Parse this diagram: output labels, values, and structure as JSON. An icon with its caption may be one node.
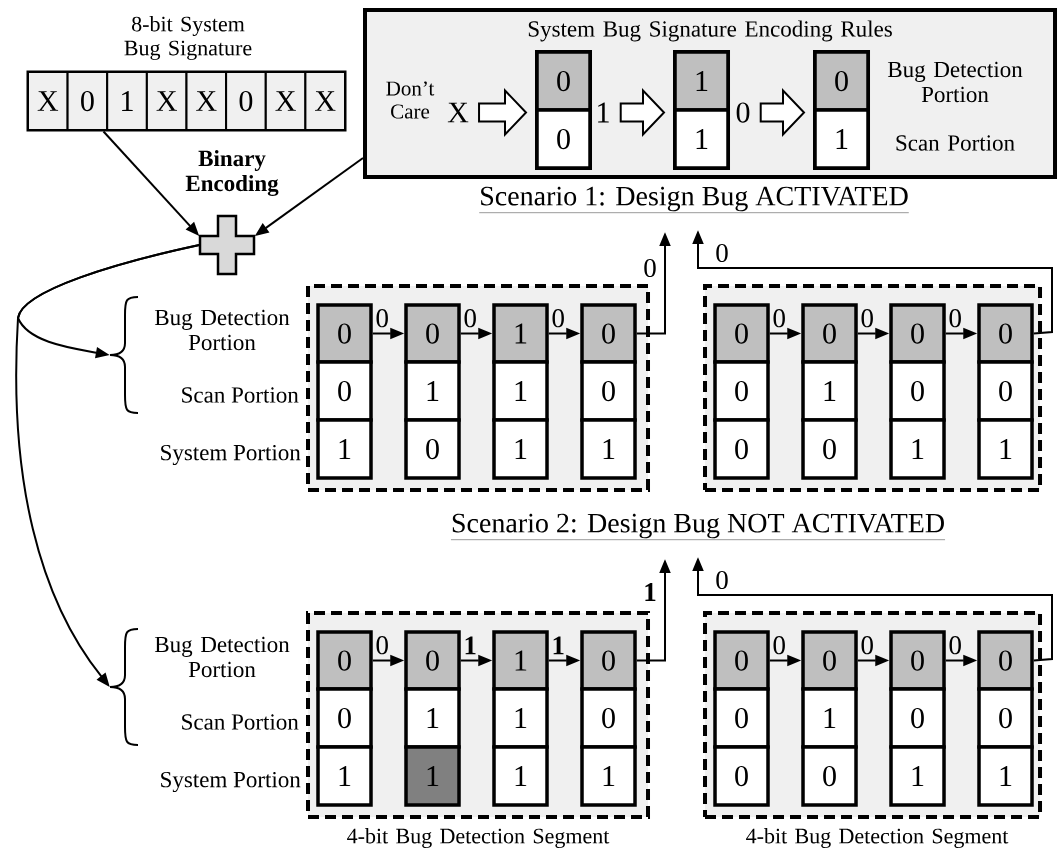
{
  "diagram": {
    "nodes": [
      {
        "text": [
          "8-bit System Bug Signature"
        ]
      },
      {
        "text": [
          "X"
        ],
        "in": 0
      },
      {
        "text": [
          "0"
        ],
        "in": 0
      },
      {
        "text": [
          "1"
        ],
        "in": 0
      },
      {
        "text": [
          "X"
        ],
        "in": 0
      },
      {
        "text": [
          "X"
        ],
        "in": 0
      },
      {
        "text": [
          "0"
        ],
        "in": 0
      },
      {
        "text": [
          "X"
        ],
        "in": 0
      },
      {
        "text": [
          "X"
        ],
        "in": 0
      },
      {
        "text": [
          "System Bug Signature Encoding Rules"
        ]
      },
      {
        "text": [
          "X"
        ],
        "beside": [
          "Don’t Care"
        ],
        "in": 9
      },
      {
        "text": [],
        "shape": "box",
        "in": 9
      },
      {
        "text": [
          "0"
        ],
        "in": 11
      },
      {
        "text": [
          "0"
        ],
        "in": 11
      },
      {
        "text": [
          "1"
        ],
        "in": 9
      },
      {
        "text": [],
        "shape": "box",
        "in": 9
      },
      {
        "text": [
          "1"
        ],
        "in": 15
      },
      {
        "text": [
          "1"
        ],
        "in": 15
      },
      {
        "text": [
          "0"
        ],
        "in": 9
      },
      {
        "text": [],
        "shape": "box",
        "in": 9
      },
      {
        "text": [
          "0"
        ],
        "in": 19
      },
      {
        "text": [
          "1"
        ],
        "in": 19
      },
      {
        "text": [],
        "shape": "cross"
      },
      {
        "text": [],
        "shape": "brace"
      },
      {
        "text": [],
        "shape": "box"
      },
      {
        "text": [
          "0"
        ],
        "in": 24
      },
      {
        "text": [
          "0"
        ],
        "in": 24
      },
      {
        "text": [
          "1"
        ],
        "in": 24
      },
      {
        "text": [
          "0"
        ],
        "in": 24
      },
      {
        "text": [
          "1"
        ],
        "in": 24
      },
      {
        "text": [
          "0"
        ],
        "in": 24
      },
      {
        "text": [
          "1"
        ],
        "in": 24
      },
      {
        "text": [
          "1"
        ],
        "in": 24
      },
      {
        "text": [
          "1"
        ],
        "in": 24
      },
      {
        "text": [
          "0"
        ],
        "in": 24
      },
      {
        "text": [
          "0"
        ],
        "in": 24
      },
      {
        "text": [
          "1"
        ],
        "in": 24
      },
      {
        "text": [],
        "shape": "box"
      },
      {
        "text": [
          "0"
        ],
        "in": 37
      },
      {
        "text": [
          "0"
        ],
        "in": 37
      },
      {
        "text": [
          "0"
        ],
        "in": 37
      },
      {
        "text": [
          "0"
        ],
        "in": 37
      },
      {
        "text": [
          "1"
        ],
        "in": 37
      },
      {
        "text": [
          "0"
        ],
        "in": 37
      },
      {
        "text": [
          "0"
        ],
        "in": 37
      },
      {
        "text": [
          "0"
        ],
        "in": 37
      },
      {
        "text": [
          "1"
        ],
        "in": 37
      },
      {
        "text": [
          "0"
        ],
        "in": 37
      },
      {
        "text": [
          "0"
        ],
        "in": 37
      },
      {
        "text": [
          "1"
        ],
        "in": 37
      },
      {
        "text": [],
        "shape": "brace"
      },
      {
        "text": [],
        "shape": "box",
        "beside": [
          "4-bit Bug Detection Segment"
        ]
      },
      {
        "text": [
          "0"
        ],
        "in": 51
      },
      {
        "text": [
          "0"
        ],
        "in": 51
      },
      {
        "text": [
          "1"
        ],
        "in": 51
      },
      {
        "text": [
          "0"
        ],
        "in": 51
      },
      {
        "text": [
          "1"
        ],
        "in": 51
      },
      {
        "text": [
          "1"
        ],
        "in": 51
      },
      {
        "text": [
          "1"
        ],
        "in": 51
      },
      {
        "text": [
          "1"
        ],
        "in": 51
      },
      {
        "text": [
          "1"
        ],
        "in": 51
      },
      {
        "text": [
          "0"
        ],
        "in": 51
      },
      {
        "text": [
          "0"
        ],
        "in": 51
      },
      {
        "text": [
          "1"
        ],
        "in": 51
      },
      {
        "text": [],
        "shape": "box",
        "beside": [
          "4-bit Bug Detection Segment"
        ]
      },
      {
        "text": [
          "0"
        ],
        "in": 64
      },
      {
        "text": [
          "0"
        ],
        "in": 64
      },
      {
        "text": [
          "0"
        ],
        "in": 64
      },
      {
        "text": [
          "0"
        ],
        "in": 64
      },
      {
        "text": [
          "1"
        ],
        "in": 64
      },
      {
        "text": [
          "0"
        ],
        "in": 64
      },
      {
        "text": [
          "0"
        ],
        "in": 64
      },
      {
        "text": [
          "0"
        ],
        "in": 64
      },
      {
        "text": [
          "1"
        ],
        "in": 64
      },
      {
        "text": [
          "0"
        ],
        "in": 64
      },
      {
        "text": [
          "0"
        ],
        "in": 64
      },
      {
        "text": [
          "1"
        ],
        "in": 64
      }
    ],
    "edges": [
      {
        "from": 0,
        "to": 22,
        "arrow": "to"
      },
      {
        "from": 9,
        "to": 22,
        "arrow": "to"
      },
      {
        "from": 10,
        "to": 11,
        "arrow": "to",
        "style": "thick"
      },
      {
        "from": 14,
        "to": 15,
        "arrow": "to",
        "style": "thick"
      },
      {
        "from": 18,
        "to": 19,
        "arrow": "to",
        "style": "thick"
      },
      {
        "from": 22,
        "to": 23,
        "arrow": "to"
      },
      {
        "from": 22,
        "to": 50,
        "arrow": "to"
      },
      {
        "from": 25,
        "to": 28,
        "arrow": "to",
        "label": "0"
      },
      {
        "from": 28,
        "to": 31,
        "arrow": "to",
        "label": "0"
      },
      {
        "from": 31,
        "to": 34,
        "arrow": "to",
        "label": "0"
      },
      {
        "from": 34,
        "to": null,
        "arrow": "to",
        "label": "0"
      },
      {
        "from": 38,
        "to": 41,
        "arrow": "to",
        "label": "0"
      },
      {
        "from": 41,
        "to": 44,
        "arrow": "to",
        "label": "0"
      },
      {
        "from": 44,
        "to": 47,
        "arrow": "to",
        "label": "0"
      },
      {
        "from": 47,
        "to": null,
        "arrow": "to",
        "label": "0"
      },
      {
        "from": 52,
        "to": 55,
        "arrow": "to",
        "label": "0"
      },
      {
        "from": 55,
        "to": 58,
        "arrow": "to",
        "label": "1"
      },
      {
        "from": 58,
        "to": 61,
        "arrow": "to",
        "label": "1"
      },
      {
        "from": 61,
        "to": null,
        "arrow": "to",
        "label": "1"
      },
      {
        "from": 65,
        "to": 68,
        "arrow": "to",
        "label": "0"
      },
      {
        "from": 68,
        "to": 71,
        "arrow": "to",
        "label": "0"
      },
      {
        "from": 71,
        "to": 74,
        "arrow": "to",
        "label": "0"
      },
      {
        "from": 74,
        "to": null,
        "arrow": "to",
        "label": "0"
      }
    ],
    "labels": [
      "Binary Encoding",
      "Bug Detection Portion",
      "Scan Portion",
      "Scenario 1: Design Bug ACTIVATED",
      "Bug Detection Portion",
      "Scan Portion",
      "System Portion",
      "Scenario 2: Design Bug NOT ACTIVATED",
      "Bug Detection Portion",
      "Scan Portion",
      "System Portion"
    ]
  }
}
